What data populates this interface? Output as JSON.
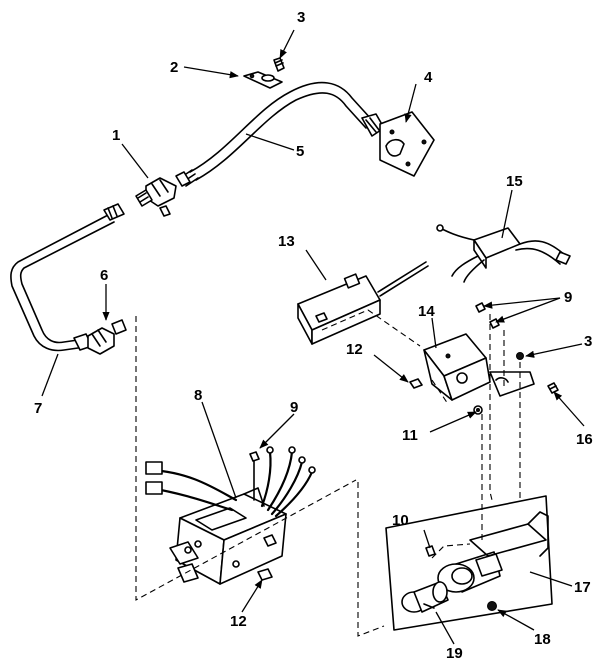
{
  "callouts": {
    "c1": "1",
    "c2": "2",
    "c3a": "3",
    "c3b": "3",
    "c4": "4",
    "c5": "5",
    "c6": "6",
    "c7": "7",
    "c8": "8",
    "c9a": "9",
    "c9b": "9",
    "c10": "10",
    "c11": "11",
    "c12a": "12",
    "c12b": "12",
    "c13": "13",
    "c14": "14",
    "c15": "15",
    "c16": "16",
    "c17": "17",
    "c18": "18",
    "c19": "19"
  },
  "icons": {
    "arrowhead": "filled-triangle-arrow",
    "hardware": "screw-icon"
  }
}
